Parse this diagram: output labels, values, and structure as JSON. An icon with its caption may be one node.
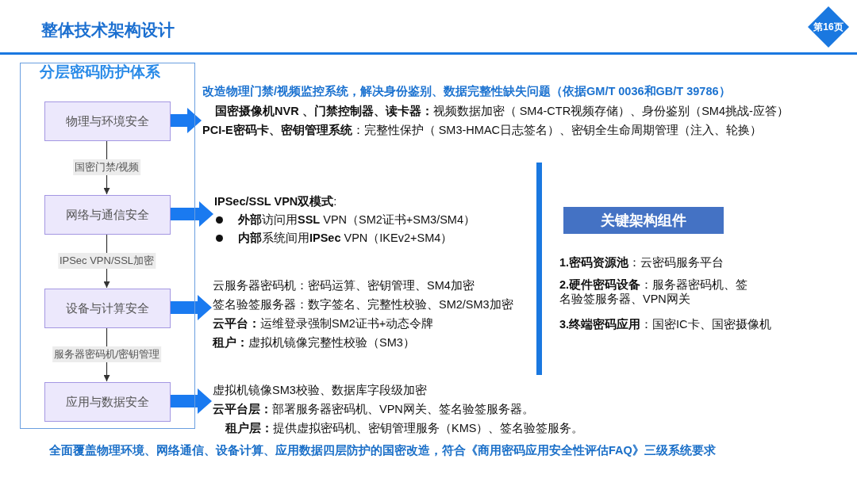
{
  "diagram": {
    "title": "整体技术架构设计",
    "nodes": [
      {
        "text": [
          "第16页"
        ]
      },
      {
        "text": [
          "分层密码防护体系"
        ]
      },
      {
        "text": [
          "物理与环境安全"
        ],
        "in": 1
      },
      {
        "text": [
          "网络与通信安全"
        ],
        "in": 1
      },
      {
        "text": [
          "设备与计算安全"
        ],
        "in": 1
      },
      {
        "text": [
          "应用与数据安全"
        ],
        "in": 1
      },
      {
        "text": [
          "改造物理门禁/视频监控系统，解决身份鉴别、数据完整性缺失问题（依据GM/T 0036和GB/T 39786）",
          "**国密摄像机NVR 、门禁控制器、读卡器：**视频数据加密（ SM4-CTR视频存储）、身份鉴别（SM4挑战-应答）",
          "**PCI-E密码卡、密钥管理系统**：完整性保护（ SM3-HMAC日志签名）、密钥全生命周期管理（注入、轮换）"
        ]
      },
      {
        "text": [
          "**IPSec/SSL VPN双模式**:",
          "**外部**访问用**SSL** VPN（SM2证书+SM3/SM4）",
          "**内部**系统间用**IPSec** VPN（IKEv2+SM4）"
        ]
      },
      {
        "text": [
          "云服务器密码机：密码运算、密钥管理、SM4加密",
          "签名验签服务器：数字签名、完整性校验、SM2/SM3加密",
          "**云平台：**运维登录强制SM2证书+动态令牌",
          "**租户：**虚拟机镜像完整性校验（SM3）"
        ]
      },
      {
        "text": [
          "虚拟机镜像SM3校验、数据库字段级加密",
          "**云平台层：**部署服务器密码机、VPN网关、签名验签服务器。",
          "**租户层：**提供虚拟密码机、密钥管理服务（KMS）、签名验签服务。"
        ]
      },
      {
        "text": [
          "关键架构组件"
        ]
      }
    ],
    "edges": [
      {
        "from": 2,
        "to": 3,
        "arrow": "to",
        "label": "国密门禁/视频",
        "color": "#333333"
      },
      {
        "from": 3,
        "to": 4,
        "arrow": "to",
        "label": "IPSec VPN/SSL加密",
        "color": "#333333"
      },
      {
        "from": 4,
        "to": 5,
        "arrow": "to",
        "label": "服务器密码机/密钥管理",
        "color": "#333333"
      },
      {
        "from": 2,
        "to": 6,
        "arrow": "to",
        "style": "thick",
        "color": "#1a7af0"
      },
      {
        "from": 3,
        "to": 7,
        "arrow": "to",
        "style": "thick",
        "color": "#1a7af0"
      },
      {
        "from": 4,
        "to": 8,
        "arrow": "to",
        "style": "thick",
        "color": "#1a7af0"
      },
      {
        "from": 5,
        "to": 9,
        "arrow": "to",
        "style": "thick",
        "color": "#1a7af0"
      }
    ],
    "labels": [
      "**1.密码资源池**：云密码服务平台",
      "**2.硬件密码设备**：服务器密码机、签名验签服务器、VPN网关",
      "**3.终端密码应用**：国密IC卡、国密摄像机"
    ],
    "caption": "全面覆盖物理环境、网络通信、设备计算、应用数据四层防护的国密改造，符合《商用密码应用安全性评估FAQ》三级系统要求"
  }
}
